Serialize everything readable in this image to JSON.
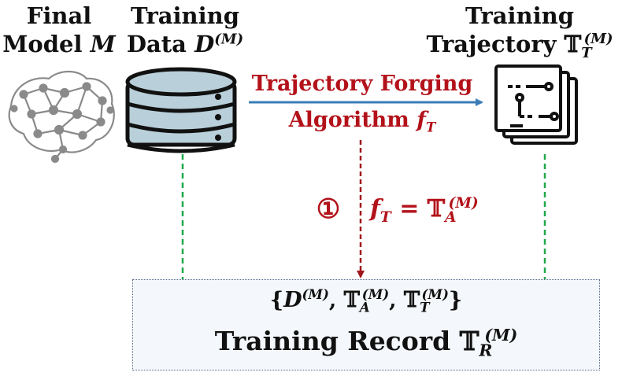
{
  "final_model": {
    "line1": "Final",
    "line2_prefix": "Model ",
    "symbol": "M"
  },
  "training_data": {
    "line1": "Training",
    "line2_prefix": "Data ",
    "symbol": "D",
    "sup": "(M)"
  },
  "training_trajectory": {
    "line1": "Training",
    "line2_prefix": "Trajectory ",
    "symbol": "𝕋",
    "sup": "(M)",
    "sub": "T"
  },
  "forging": {
    "line1": "Trajectory Forging",
    "line2_prefix": "Algorithm ",
    "symbol": "f",
    "sub": "T"
  },
  "step": {
    "marker": "①",
    "lhs": "f",
    "lhs_sub": "T",
    "eq": " = ",
    "rhs": "𝕋",
    "rhs_sup": "(M)",
    "rhs_sub": "A"
  },
  "record_set": {
    "open": "{",
    "d": "D",
    "d_sup": "(M)",
    "sep": ", ",
    "a": "𝕋",
    "a_sup": "(M)",
    "a_sub": "A",
    "t": "𝕋",
    "t_sup": "(M)",
    "t_sub": "T",
    "close": "}"
  },
  "record": {
    "prefix": "Training Record ",
    "symbol": "𝕋",
    "sup": "(M)",
    "sub": "R"
  },
  "colors": {
    "red": "#b3121a",
    "blue_arrow": "#3b7db8",
    "green": "#21a84a",
    "dark_red": "#a0161c",
    "box_border": "#5a6b86"
  }
}
